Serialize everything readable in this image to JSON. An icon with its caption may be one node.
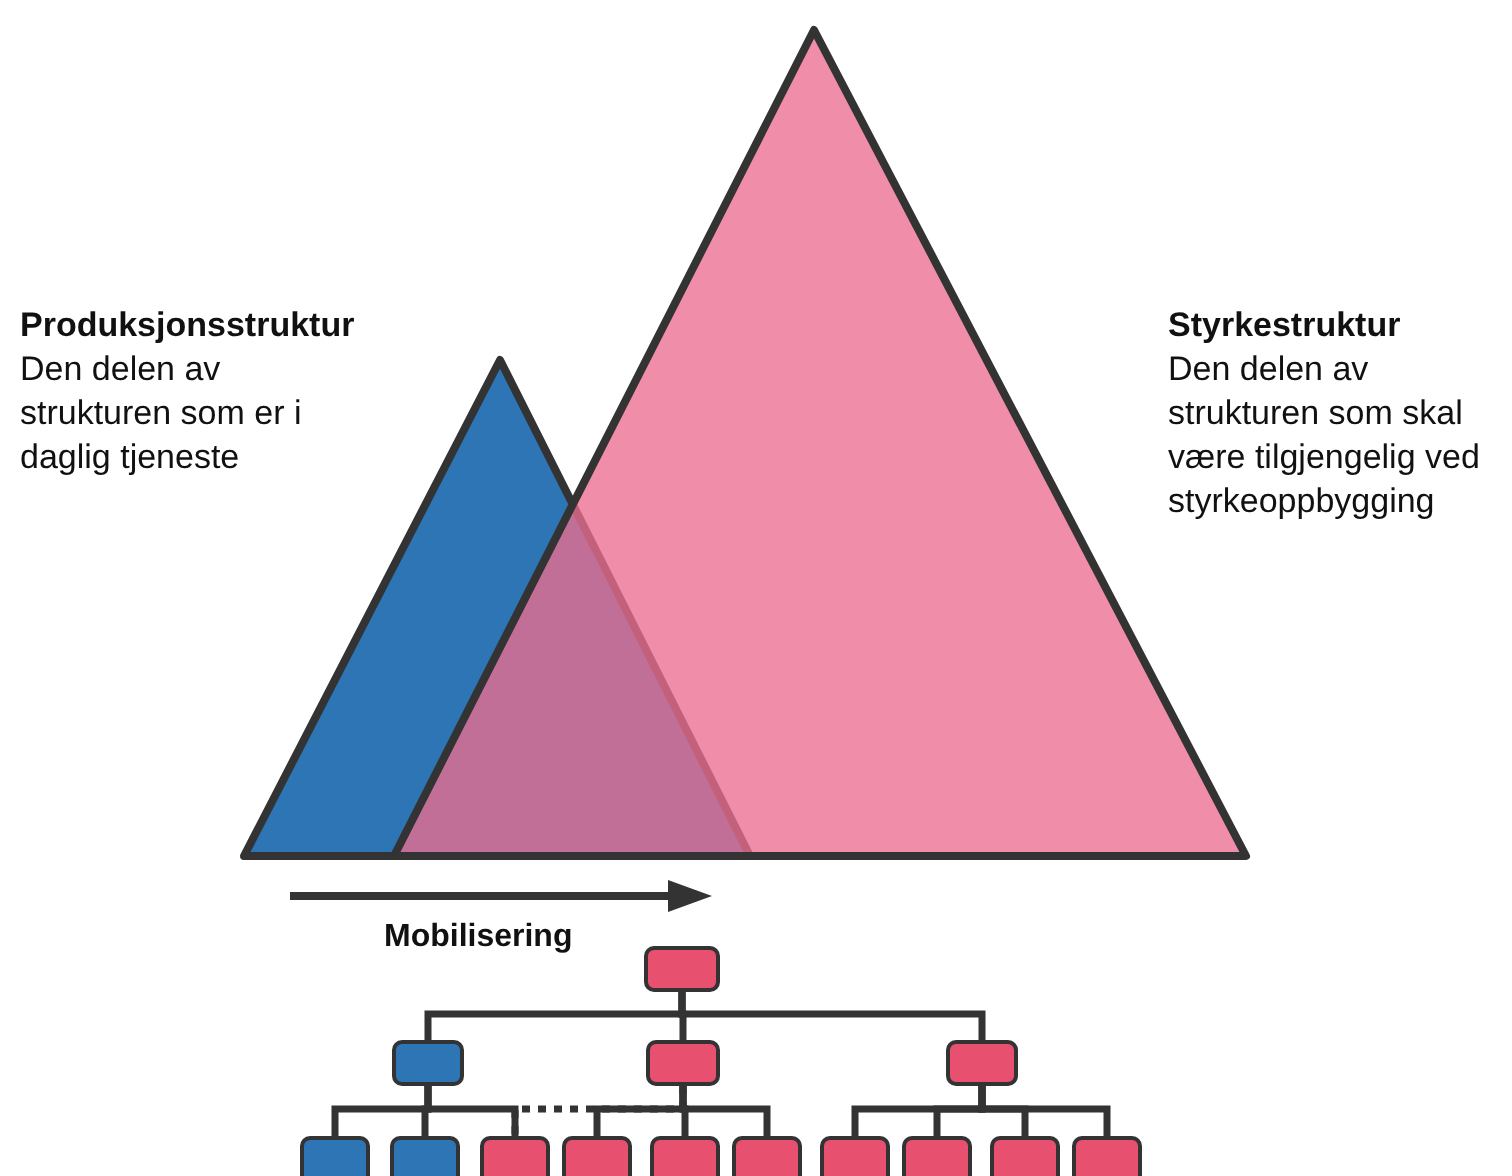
{
  "diagram": {
    "nodes": [
      {
        "text": [],
        "shape": "box"
      },
      {
        "text": [],
        "shape": "box"
      },
      {
        "text": [],
        "shape": "box"
      },
      {
        "text": [],
        "shape": "box"
      },
      {
        "text": [],
        "shape": "box"
      },
      {
        "text": [],
        "shape": "box"
      },
      {
        "text": [],
        "shape": "box"
      },
      {
        "text": [],
        "shape": "box"
      },
      {
        "text": [],
        "shape": "box"
      },
      {
        "text": [],
        "shape": "box"
      },
      {
        "text": [],
        "shape": "box"
      },
      {
        "text": [],
        "shape": "box"
      },
      {
        "text": [],
        "shape": "box"
      },
      {
        "text": [],
        "shape": "box"
      }
    ],
    "edges": [
      {
        "from": 0,
        "to": 1,
        "arrow": "none"
      },
      {
        "from": 0,
        "to": 2,
        "arrow": "none"
      },
      {
        "from": 0,
        "to": 3,
        "arrow": "none"
      },
      {
        "from": 1,
        "to": 4,
        "arrow": "none"
      },
      {
        "from": 1,
        "to": 5,
        "arrow": "none"
      },
      {
        "from": 1,
        "to": 6,
        "arrow": "none"
      },
      {
        "from": 2,
        "to": 6,
        "arrow": "none",
        "style": "dashed"
      },
      {
        "from": 2,
        "to": 7,
        "arrow": "none"
      },
      {
        "from": 2,
        "to": 8,
        "arrow": "none"
      },
      {
        "from": 2,
        "to": 9,
        "arrow": "none"
      },
      {
        "from": 3,
        "to": 10,
        "arrow": "none"
      },
      {
        "from": 3,
        "to": 11,
        "arrow": "none"
      },
      {
        "from": 3,
        "to": 12,
        "arrow": "none"
      },
      {
        "from": 3,
        "to": 13,
        "arrow": "none"
      }
    ],
    "labels": [
      "Produksjonsstruktur",
      "Den delen av strukturen som er i daglig tjeneste",
      "Styrkestruktur",
      "Den delen av strukturen som skal være tilgjengelig ved styrkeoppbygging",
      "Mobilisering"
    ]
  }
}
